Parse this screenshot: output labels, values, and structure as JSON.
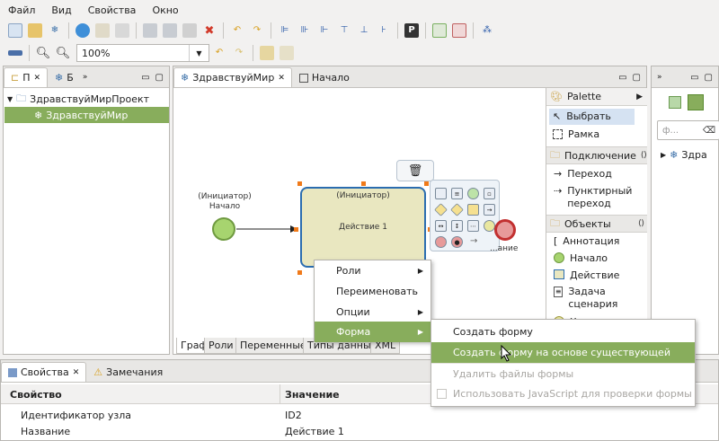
{
  "menubar": {
    "items": [
      "Файл",
      "Вид",
      "Свойства",
      "Окно"
    ]
  },
  "toolbar": {
    "zoom": "100%"
  },
  "left_panel": {
    "tabs": [
      "П",
      "Б"
    ],
    "tree": [
      {
        "label": "ЗдравствуйМирПроект",
        "selected": false
      },
      {
        "label": "ЗдравствуйМир",
        "selected": true
      }
    ]
  },
  "editor": {
    "tabs": [
      {
        "label": "ЗдравствуйМир",
        "active": true
      },
      {
        "label": "Начало",
        "active": false
      }
    ],
    "start_node": {
      "role": "(Инициатор)",
      "name": "Начало"
    },
    "action_node": {
      "role": "(Инициатор)",
      "name": "Действие 1"
    },
    "end_label": "...ание",
    "bottom_tabs": [
      "Граф",
      "Роли",
      "Переменные",
      "Типы данных",
      "XML"
    ]
  },
  "palette": {
    "title": "Palette",
    "tools": [
      {
        "label": "Выбрать",
        "selected": true
      },
      {
        "label": "Рамка",
        "selected": false
      }
    ],
    "sections": [
      {
        "title": "Подключение",
        "items": [
          "Переход",
          "Пунктирный переход"
        ]
      },
      {
        "title": "Объекты",
        "items": [
          "Аннотация",
          "Начало",
          "Действие",
          "Задача сценария",
          "Хранилище"
        ]
      }
    ]
  },
  "right_panel": {
    "search_placeholder": "ф...",
    "tree_item": "Здра"
  },
  "context_menu": {
    "items": [
      {
        "label": "Роли",
        "submenu": true
      },
      {
        "label": "Переименовать",
        "submenu": false
      },
      {
        "label": "Опции",
        "submenu": true
      },
      {
        "label": "Форма",
        "submenu": true,
        "highlighted": true
      }
    ]
  },
  "submenu": {
    "items": [
      {
        "label": "Создать форму",
        "enabled": true
      },
      {
        "label": "Создать форму на основе существующей",
        "enabled": true,
        "highlighted": true
      },
      {
        "label": "Удалить файлы формы",
        "enabled": false
      },
      {
        "label": "Использовать JavaScript для проверки формы",
        "enabled": false,
        "checkbox": true
      }
    ]
  },
  "properties": {
    "tabs": [
      "Свойства",
      "Замечания"
    ],
    "columns": [
      "Свойство",
      "Значение"
    ],
    "rows": [
      {
        "property": "Идентификатор узла",
        "value": "ID2"
      },
      {
        "property": "Название",
        "value": "Действие 1"
      }
    ]
  },
  "colors": {
    "selection": "#88ad5c",
    "node_fill": "#e9e7c0",
    "node_border": "#2b6db0",
    "start": "#a7d46f"
  }
}
